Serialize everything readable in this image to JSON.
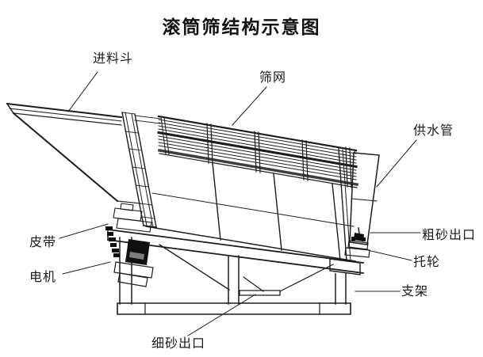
{
  "title": "滚筒筛结构示意图",
  "labels": {
    "feed_hopper": "进料斗",
    "screen_mesh": "筛网",
    "water_supply_pipe": "供水管",
    "coarse_sand_outlet": "粗砂出口",
    "support_roller": "托轮",
    "stand": "支架",
    "fine_sand_outlet": "细砂出口",
    "motor": "电机",
    "belt": "皮带"
  },
  "colors": {
    "line": "#1c1c1c",
    "background": "#ffffff",
    "motor_fill": "#0f0f0f",
    "belt_fill": "#151515"
  }
}
